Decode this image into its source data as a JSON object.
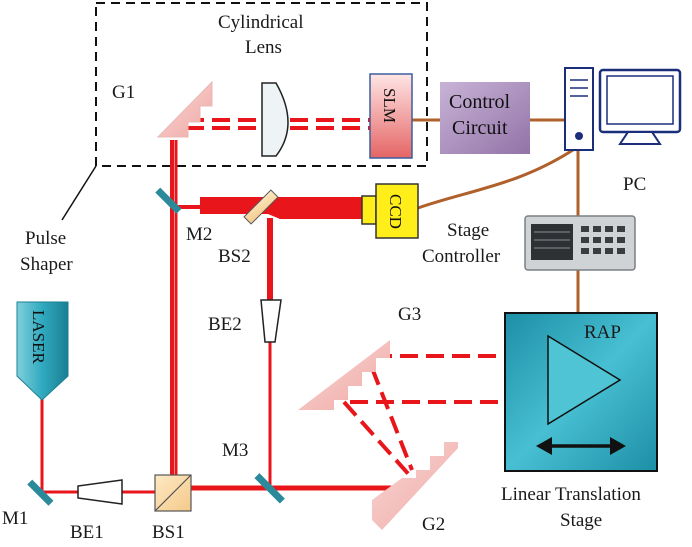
{
  "colors": {
    "beam": "#e8151b",
    "wire": "#b0602a",
    "slm_bg": "#f2a3a3",
    "control_bg": "#b497c6",
    "ccd_bg": "#ffee1a",
    "laser_bg": "#2fa9bf",
    "stage_bg": "#25a3bc",
    "mirror": "#2a8a9a",
    "grating": "#f3c0bd"
  },
  "labels": {
    "cylindrical_lens_1": "Cylindrical",
    "cylindrical_lens_2": "Lens",
    "g1": "G1",
    "g2": "G2",
    "g3": "G3",
    "slm": "SLM",
    "control_circuit_1": "Control",
    "control_circuit_2": "Circuit",
    "pc": "PC",
    "ccd": "CCD",
    "stage_controller_1": "Stage",
    "stage_controller_2": "Controller",
    "pulse_shaper_1": "Pulse",
    "pulse_shaper_2": "Shaper",
    "m1": "M1",
    "m2": "M2",
    "m3": "M3",
    "bs1": "BS1",
    "bs2": "BS2",
    "be1": "BE1",
    "be2": "BE2",
    "laser": "LASER",
    "rap": "RAP",
    "linear_stage_1": "Linear Translation",
    "linear_stage_2": "Stage"
  },
  "icons": [
    "pc-icon",
    "stage-controller-icon",
    "laser-icon",
    "rap-prism-icon",
    "double-arrow-icon"
  ]
}
